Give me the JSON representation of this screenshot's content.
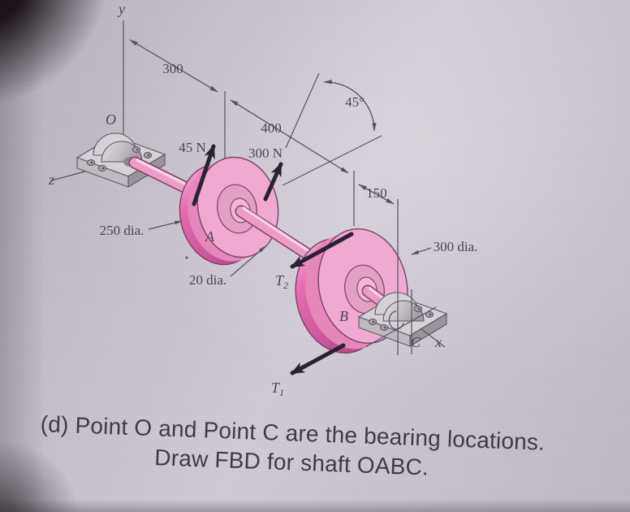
{
  "figure": {
    "axes": {
      "y": "y",
      "z": "z",
      "x": "x"
    },
    "points": {
      "o": "O",
      "a": "A",
      "b": "B",
      "c": "C"
    },
    "dimensions": {
      "d300": "300",
      "d400": "400",
      "d150": "150",
      "angle45": "45°"
    },
    "forces": {
      "f45": "45 N",
      "f300": "300 N",
      "t1_base": "T",
      "t1_sub": "1",
      "t2_base": "T",
      "t2_sub": "2"
    },
    "diameters": {
      "pulley_a": "250 dia.",
      "shaft": "20 dia.",
      "pulley_b": "300 dia."
    }
  },
  "caption": {
    "line1": "(d) Point O and Point C are the bearing locations.",
    "line2": "Draw FBD for shaft OABC."
  },
  "colors": {
    "bg": "#cfc9d4",
    "ink": "#565064",
    "ink-strong": "#292231",
    "label": "#4a4557",
    "caption": "#3e3b48",
    "pink-face": "#f0a9cf",
    "pink-dark": "#d05e9f",
    "pink-outline": "#7a4263",
    "gray-top": "#d6d1d6",
    "gray-front": "#c0bac0"
  }
}
